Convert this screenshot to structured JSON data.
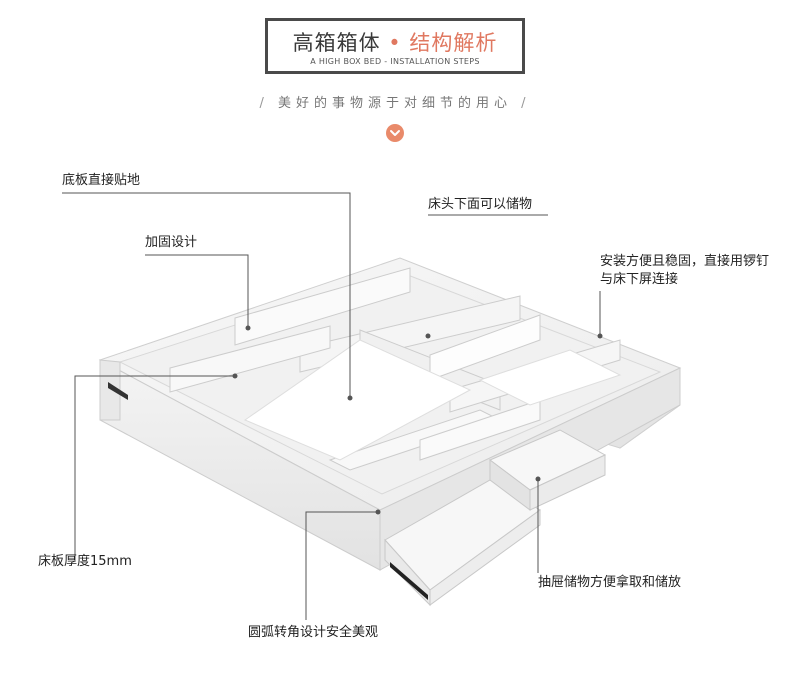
{
  "header": {
    "title_main": "高箱箱体",
    "title_accent": "结构解析",
    "title_sub": "A HIGH BOX BED - INSTALLATION STEPS",
    "slogan": "美好的事物源于对细节的用心"
  },
  "callouts": {
    "floor_board": "底板直接贴地",
    "reinforce": "加固设计",
    "headboard_storage": "床头下面可以储物",
    "easy_install": "安装方便且稳固，直接用锣钉与床下屏连接",
    "board_thickness": "床板厚度15mm",
    "rounded_corner": "圆弧转角设计安全美观",
    "drawer_storage": "抽屉储物方便拿取和储放"
  },
  "icons": {
    "chevron": "chevron-down-icon"
  },
  "colors": {
    "accent": "#e07860",
    "button": "#e98a6a",
    "leader_line": "#555555"
  }
}
